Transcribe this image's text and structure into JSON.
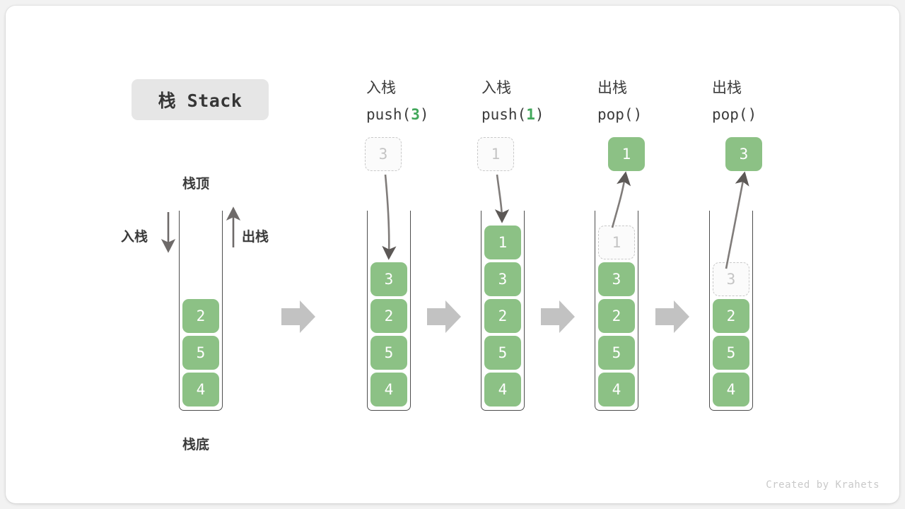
{
  "figure": {
    "title_badge": "栈 Stack",
    "credit": "Created by Krahets",
    "colors": {
      "cell_green": "#8cc185",
      "accent_green": "#41a75a",
      "ghost_border": "#c9c9c9",
      "ghost_text": "#c4c4c4",
      "container_stroke": "#4d4d4d",
      "flow_arrow": "#c2c2c2",
      "badge_bg": "#e6e6e6",
      "card_bg": "#ffffff",
      "page_bg": "#f2f2f2"
    }
  },
  "legend": {
    "top_label": "栈顶",
    "bottom_label": "栈底",
    "push_label": "入栈",
    "pop_label": "出栈"
  },
  "initial_stack": {
    "name": "initial",
    "cells": [
      {
        "value": "2",
        "state": "solid"
      },
      {
        "value": "5",
        "state": "solid"
      },
      {
        "value": "4",
        "state": "solid"
      }
    ]
  },
  "steps": [
    {
      "id": "push-3",
      "op_cn": "入栈",
      "op_code_prefix": "push(",
      "op_code_arg": "3",
      "op_code_suffix": ")",
      "floating_cell": {
        "value": "3",
        "state": "ghost"
      },
      "arrow": "down",
      "cells": [
        {
          "value": "3",
          "state": "solid"
        },
        {
          "value": "2",
          "state": "solid"
        },
        {
          "value": "5",
          "state": "solid"
        },
        {
          "value": "4",
          "state": "solid"
        }
      ]
    },
    {
      "id": "push-1",
      "op_cn": "入栈",
      "op_code_prefix": "push(",
      "op_code_arg": "1",
      "op_code_suffix": ")",
      "floating_cell": {
        "value": "1",
        "state": "ghost"
      },
      "arrow": "down",
      "cells": [
        {
          "value": "1",
          "state": "solid"
        },
        {
          "value": "3",
          "state": "solid"
        },
        {
          "value": "2",
          "state": "solid"
        },
        {
          "value": "5",
          "state": "solid"
        },
        {
          "value": "4",
          "state": "solid"
        }
      ]
    },
    {
      "id": "pop-1",
      "op_cn": "出栈",
      "op_code_prefix": "pop(",
      "op_code_arg": "",
      "op_code_suffix": ")",
      "floating_cell": {
        "value": "1",
        "state": "solid"
      },
      "arrow": "up",
      "cells": [
        {
          "value": "1",
          "state": "ghost"
        },
        {
          "value": "3",
          "state": "solid"
        },
        {
          "value": "2",
          "state": "solid"
        },
        {
          "value": "5",
          "state": "solid"
        },
        {
          "value": "4",
          "state": "solid"
        }
      ]
    },
    {
      "id": "pop-3",
      "op_cn": "出栈",
      "op_code_prefix": "pop(",
      "op_code_arg": "",
      "op_code_suffix": ")",
      "floating_cell": {
        "value": "3",
        "state": "solid"
      },
      "arrow": "up",
      "cells": [
        {
          "value": "3",
          "state": "ghost"
        },
        {
          "value": "2",
          "state": "solid"
        },
        {
          "value": "5",
          "state": "solid"
        },
        {
          "value": "4",
          "state": "solid"
        }
      ]
    }
  ],
  "flow_arrows": [
    "→",
    "→",
    "→",
    "→"
  ]
}
